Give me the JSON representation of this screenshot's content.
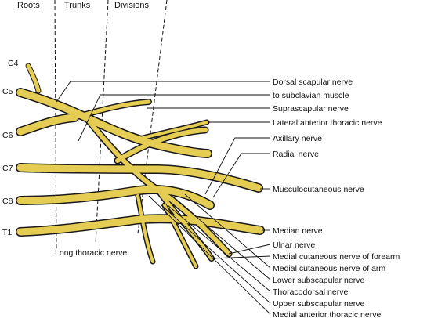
{
  "headers": {
    "roots": "Roots",
    "trunks": "Trunks",
    "divisions": "Divisions"
  },
  "roots": {
    "c4": "C4",
    "c5": "C5",
    "c6": "C6",
    "c7": "C7",
    "c8": "C8",
    "t1": "T1"
  },
  "labels": {
    "dorsal_scapular": "Dorsal scapular nerve",
    "to_subclavian": "to subclavian muscle",
    "suprascapular": "Suprascapular nerve",
    "lateral_anterior_thoracic": "Lateral anterior thoracic nerve",
    "axillary": "Axillary nerve",
    "radial": "Radial nerve",
    "musculocutaneous": "Musculocutaneous nerve",
    "median": "Median nerve",
    "ulnar": "Ulnar nerve",
    "medial_cutaneous_forearm": "Medial cutaneous nerve of forearm",
    "medial_cutaneous_arm": "Medial cutaneous nerve of arm",
    "lower_subscapular": "Lower subscapular nerve",
    "thoracodorsal": "Thoracodorsal nerve",
    "upper_subscapular": "Upper subscapular nerve",
    "medial_anterior_thoracic": "Medial anterior thoracic nerve",
    "long_thoracic": "Long thoracic nerve"
  },
  "colors": {
    "nerve_fill": "#e5cc52",
    "nerve_outline": "#1a1a1a",
    "line": "#111111",
    "background": "#ffffff"
  }
}
